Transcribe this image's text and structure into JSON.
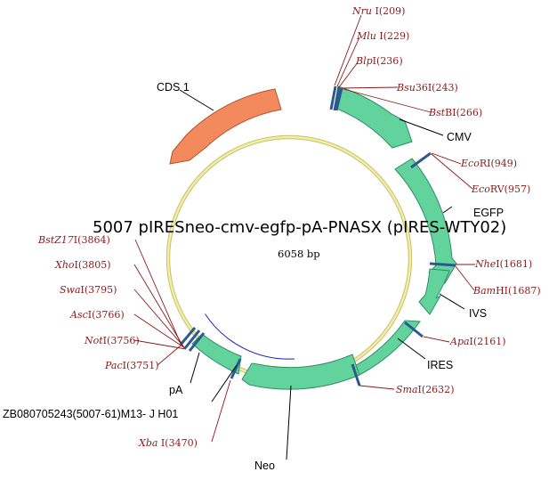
{
  "map": {
    "title": "5007 pIRESneo-cmv-egfp-pA-PNASX (pIRES-WTY02)",
    "size_label": "6058 bp"
  },
  "colors": {
    "backbone": "#f2eea8",
    "backbone_edge": "#c8c06a",
    "feature_green": "#62d39c",
    "feature_green_edge": "#2f8f62",
    "feature_orange": "#f28a5e",
    "feature_orange_edge": "#b5532c",
    "site_tick": "#2b5a8c",
    "site_line": "#8b1a1a",
    "primer_arc": "#1c1ccc"
  },
  "features": [
    {
      "id": "cds1",
      "label": "CDS 1",
      "color": "orange"
    },
    {
      "id": "cmv",
      "label": "CMV",
      "color": "green"
    },
    {
      "id": "egfp",
      "label": "EGFP",
      "color": "green"
    },
    {
      "id": "ivs",
      "label": "IVS",
      "color": "green"
    },
    {
      "id": "ires",
      "label": "IRES",
      "color": "green"
    },
    {
      "id": "neo",
      "label": "Neo",
      "color": "green"
    },
    {
      "id": "pa",
      "label": "pA",
      "color": "green"
    }
  ],
  "primer": {
    "label": "ZB080705243(5007-61)M13- J H01"
  },
  "sites": [
    {
      "enzyme": "Nru I",
      "ital": "Nru",
      "rest": " I",
      "position": "209"
    },
    {
      "enzyme": "Mlu I",
      "ital": "Mlu",
      "rest": " I",
      "position": "229"
    },
    {
      "enzyme": "BlpI",
      "ital": "Blp",
      "rest": "I",
      "position": "236"
    },
    {
      "enzyme": "Bsu36I",
      "ital": "Bsu",
      "rest": "36I",
      "position": "243"
    },
    {
      "enzyme": "BstBI",
      "ital": "Bst",
      "rest": "BI",
      "position": "266"
    },
    {
      "enzyme": "EcoRI",
      "ital": "Eco",
      "rest": "RI",
      "position": "949"
    },
    {
      "enzyme": "EcoRV",
      "ital": "Eco",
      "rest": "RV",
      "position": "957"
    },
    {
      "enzyme": "NheI",
      "ital": "Nhe",
      "rest": "I",
      "position": "1681"
    },
    {
      "enzyme": "BamHI",
      "ital": "Bam",
      "rest": "HI",
      "position": "1687"
    },
    {
      "enzyme": "ApaI",
      "ital": "Apa",
      "rest": "I",
      "position": "2161"
    },
    {
      "enzyme": "SmaI",
      "ital": "Sma",
      "rest": "I",
      "position": "2632"
    },
    {
      "enzyme": "Xba I",
      "ital": "Xba",
      "rest": " I",
      "position": "3470"
    },
    {
      "enzyme": "PacI",
      "ital": "Pac",
      "rest": "I",
      "position": "3751"
    },
    {
      "enzyme": "NotI",
      "ital": "Not",
      "rest": "I",
      "position": "3756"
    },
    {
      "enzyme": "AscI",
      "ital": "Asc",
      "rest": "I",
      "position": "3766"
    },
    {
      "enzyme": "SwaI",
      "ital": "Swa",
      "rest": "I",
      "position": "3795"
    },
    {
      "enzyme": "XhoI",
      "ital": "Xho",
      "rest": "I",
      "position": "3805"
    },
    {
      "enzyme": "BstZ17I",
      "ital": "BstZ17",
      "rest": "I",
      "position": "3864"
    }
  ]
}
